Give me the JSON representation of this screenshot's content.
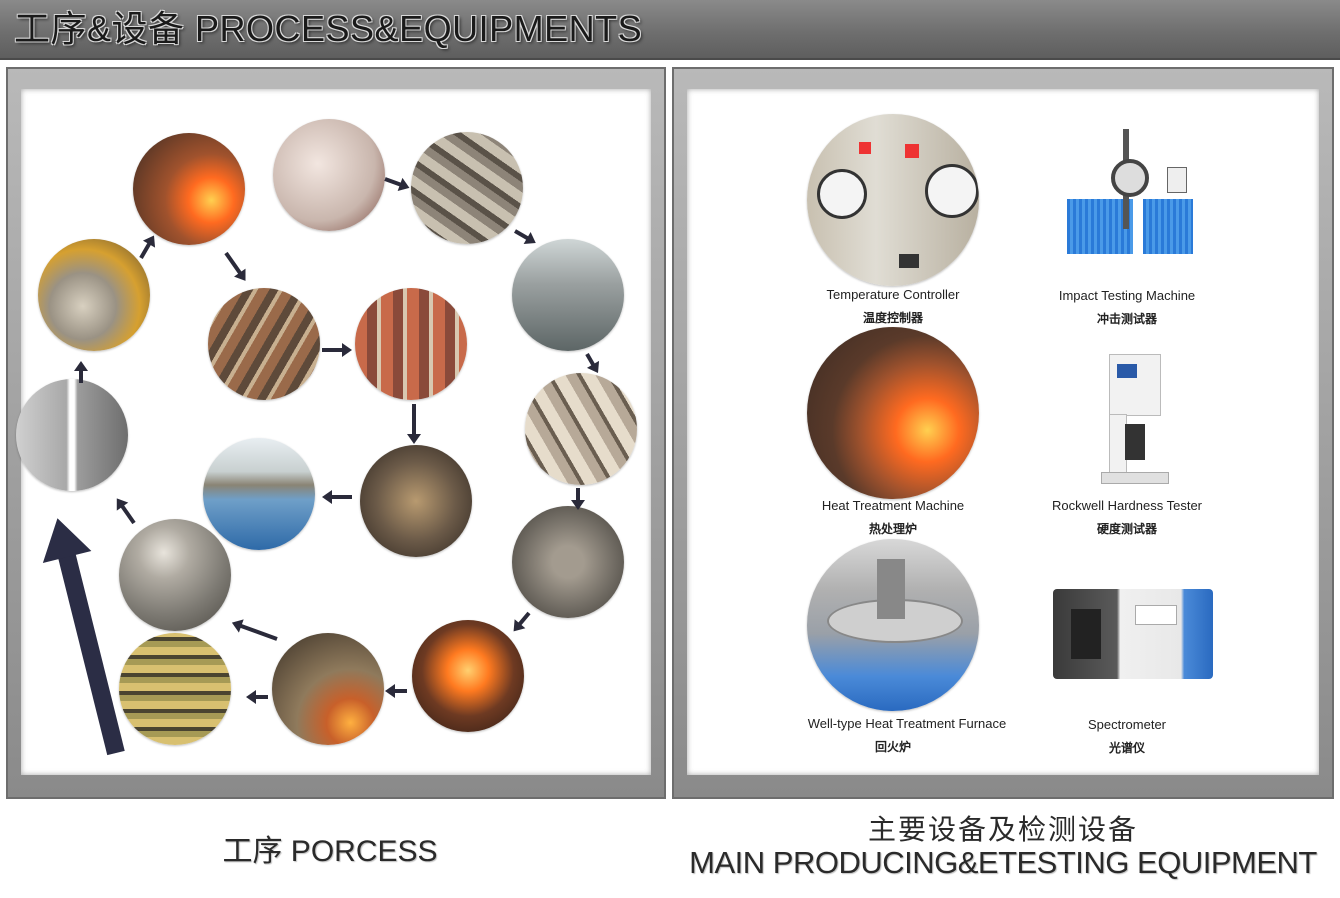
{
  "header": {
    "title": "工序&设备 PROCESS&EQUIPMENTS"
  },
  "process": {
    "caption": "工序 PORCESS",
    "steps": [
      {
        "id": "design",
        "color": "#c9b6ad"
      },
      {
        "id": "wax-patterns",
        "color": "#8d8478"
      },
      {
        "id": "shell-building",
        "color": "#9aa0a0"
      },
      {
        "id": "shell-drying",
        "color": "#b7a998"
      },
      {
        "id": "sanded-shells",
        "color": "#6f6a62"
      },
      {
        "id": "dewaxing-furnace",
        "color": "#6e3a22"
      },
      {
        "id": "pouring",
        "color": "#8f7a5c"
      },
      {
        "id": "cast-parts",
        "color": "#a69a55"
      },
      {
        "id": "shell-removal",
        "color": "#7d7a73"
      },
      {
        "id": "shot-blasting",
        "color": "#a8a8a8"
      },
      {
        "id": "grinding",
        "color": "#9a9284"
      },
      {
        "id": "heat-treatment",
        "color": "#a0522d"
      },
      {
        "id": "machining",
        "color": "#5e4a3a"
      },
      {
        "id": "inspection",
        "color": "#8a4a3a"
      },
      {
        "id": "packing",
        "color": "#6b5a48"
      },
      {
        "id": "shipping",
        "color": "#6f9fc8"
      }
    ]
  },
  "equipment": {
    "items": [
      {
        "en": "Temperature Controller",
        "cn": "温度控制器"
      },
      {
        "en": "Impact Testing Machine",
        "cn": "冲击测试器"
      },
      {
        "en": "Heat Treatment Machine",
        "cn": "热处理炉"
      },
      {
        "en": "Rockwell Hardness Tester",
        "cn": "硬度测试器"
      },
      {
        "en": "Well-type Heat Treatment Furnace",
        "cn": "回火炉"
      },
      {
        "en": "Spectrometer",
        "cn": "光谱仪"
      }
    ],
    "caption_cn": "主要设备及检测设备",
    "caption_en": "MAIN PRODUCING&ETESTING EQUIPMENT"
  }
}
